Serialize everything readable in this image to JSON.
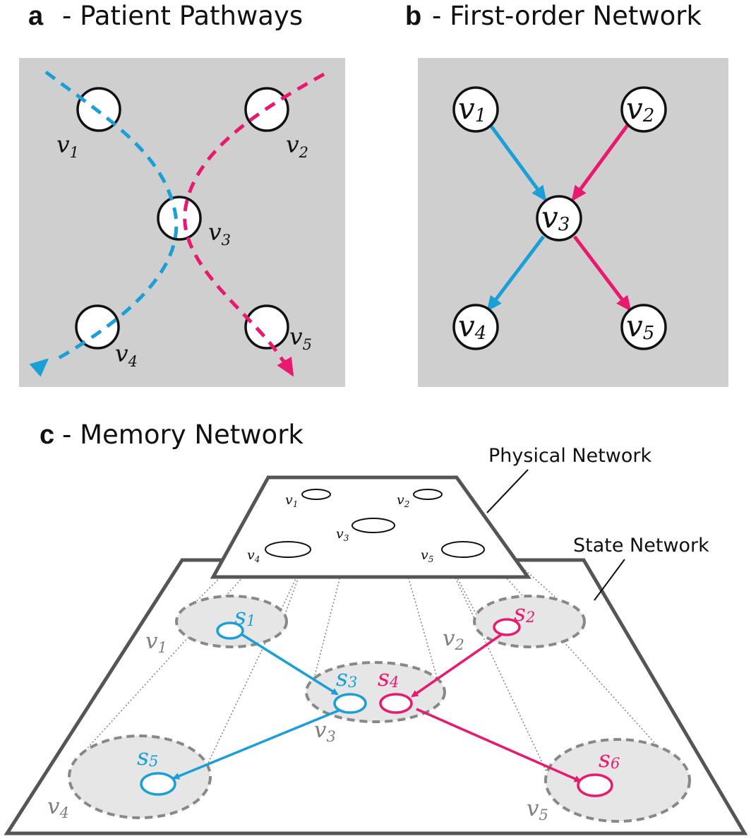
{
  "colors": {
    "blue": "#1a9fd6",
    "pink": "#e8196e",
    "panel_bg": "#cfcfcf",
    "frame": "#555555",
    "dashed_region": "#888888",
    "region_fill": "#e6e6e6",
    "grey_label": "#7f7f7f"
  },
  "panel_a": {
    "letter": "a",
    "title": "- Patient Pathways"
  },
  "panel_b": {
    "letter": "b",
    "title": "- First-order Network"
  },
  "panel_c": {
    "letter": "c",
    "title": "- Memory Network",
    "physical_label": "Physical Network",
    "state_label": "State Network"
  },
  "nodes": [
    {
      "base": "v",
      "sub": "1"
    },
    {
      "base": "v",
      "sub": "2"
    },
    {
      "base": "v",
      "sub": "3"
    },
    {
      "base": "v",
      "sub": "4"
    },
    {
      "base": "v",
      "sub": "5"
    }
  ],
  "states": [
    {
      "base": "s",
      "sub": "1",
      "color": "blue"
    },
    {
      "base": "s",
      "sub": "2",
      "color": "pink"
    },
    {
      "base": "s",
      "sub": "3",
      "color": "blue"
    },
    {
      "base": "s",
      "sub": "4",
      "color": "pink"
    },
    {
      "base": "s",
      "sub": "5",
      "color": "blue"
    },
    {
      "base": "s",
      "sub": "6",
      "color": "pink"
    }
  ]
}
